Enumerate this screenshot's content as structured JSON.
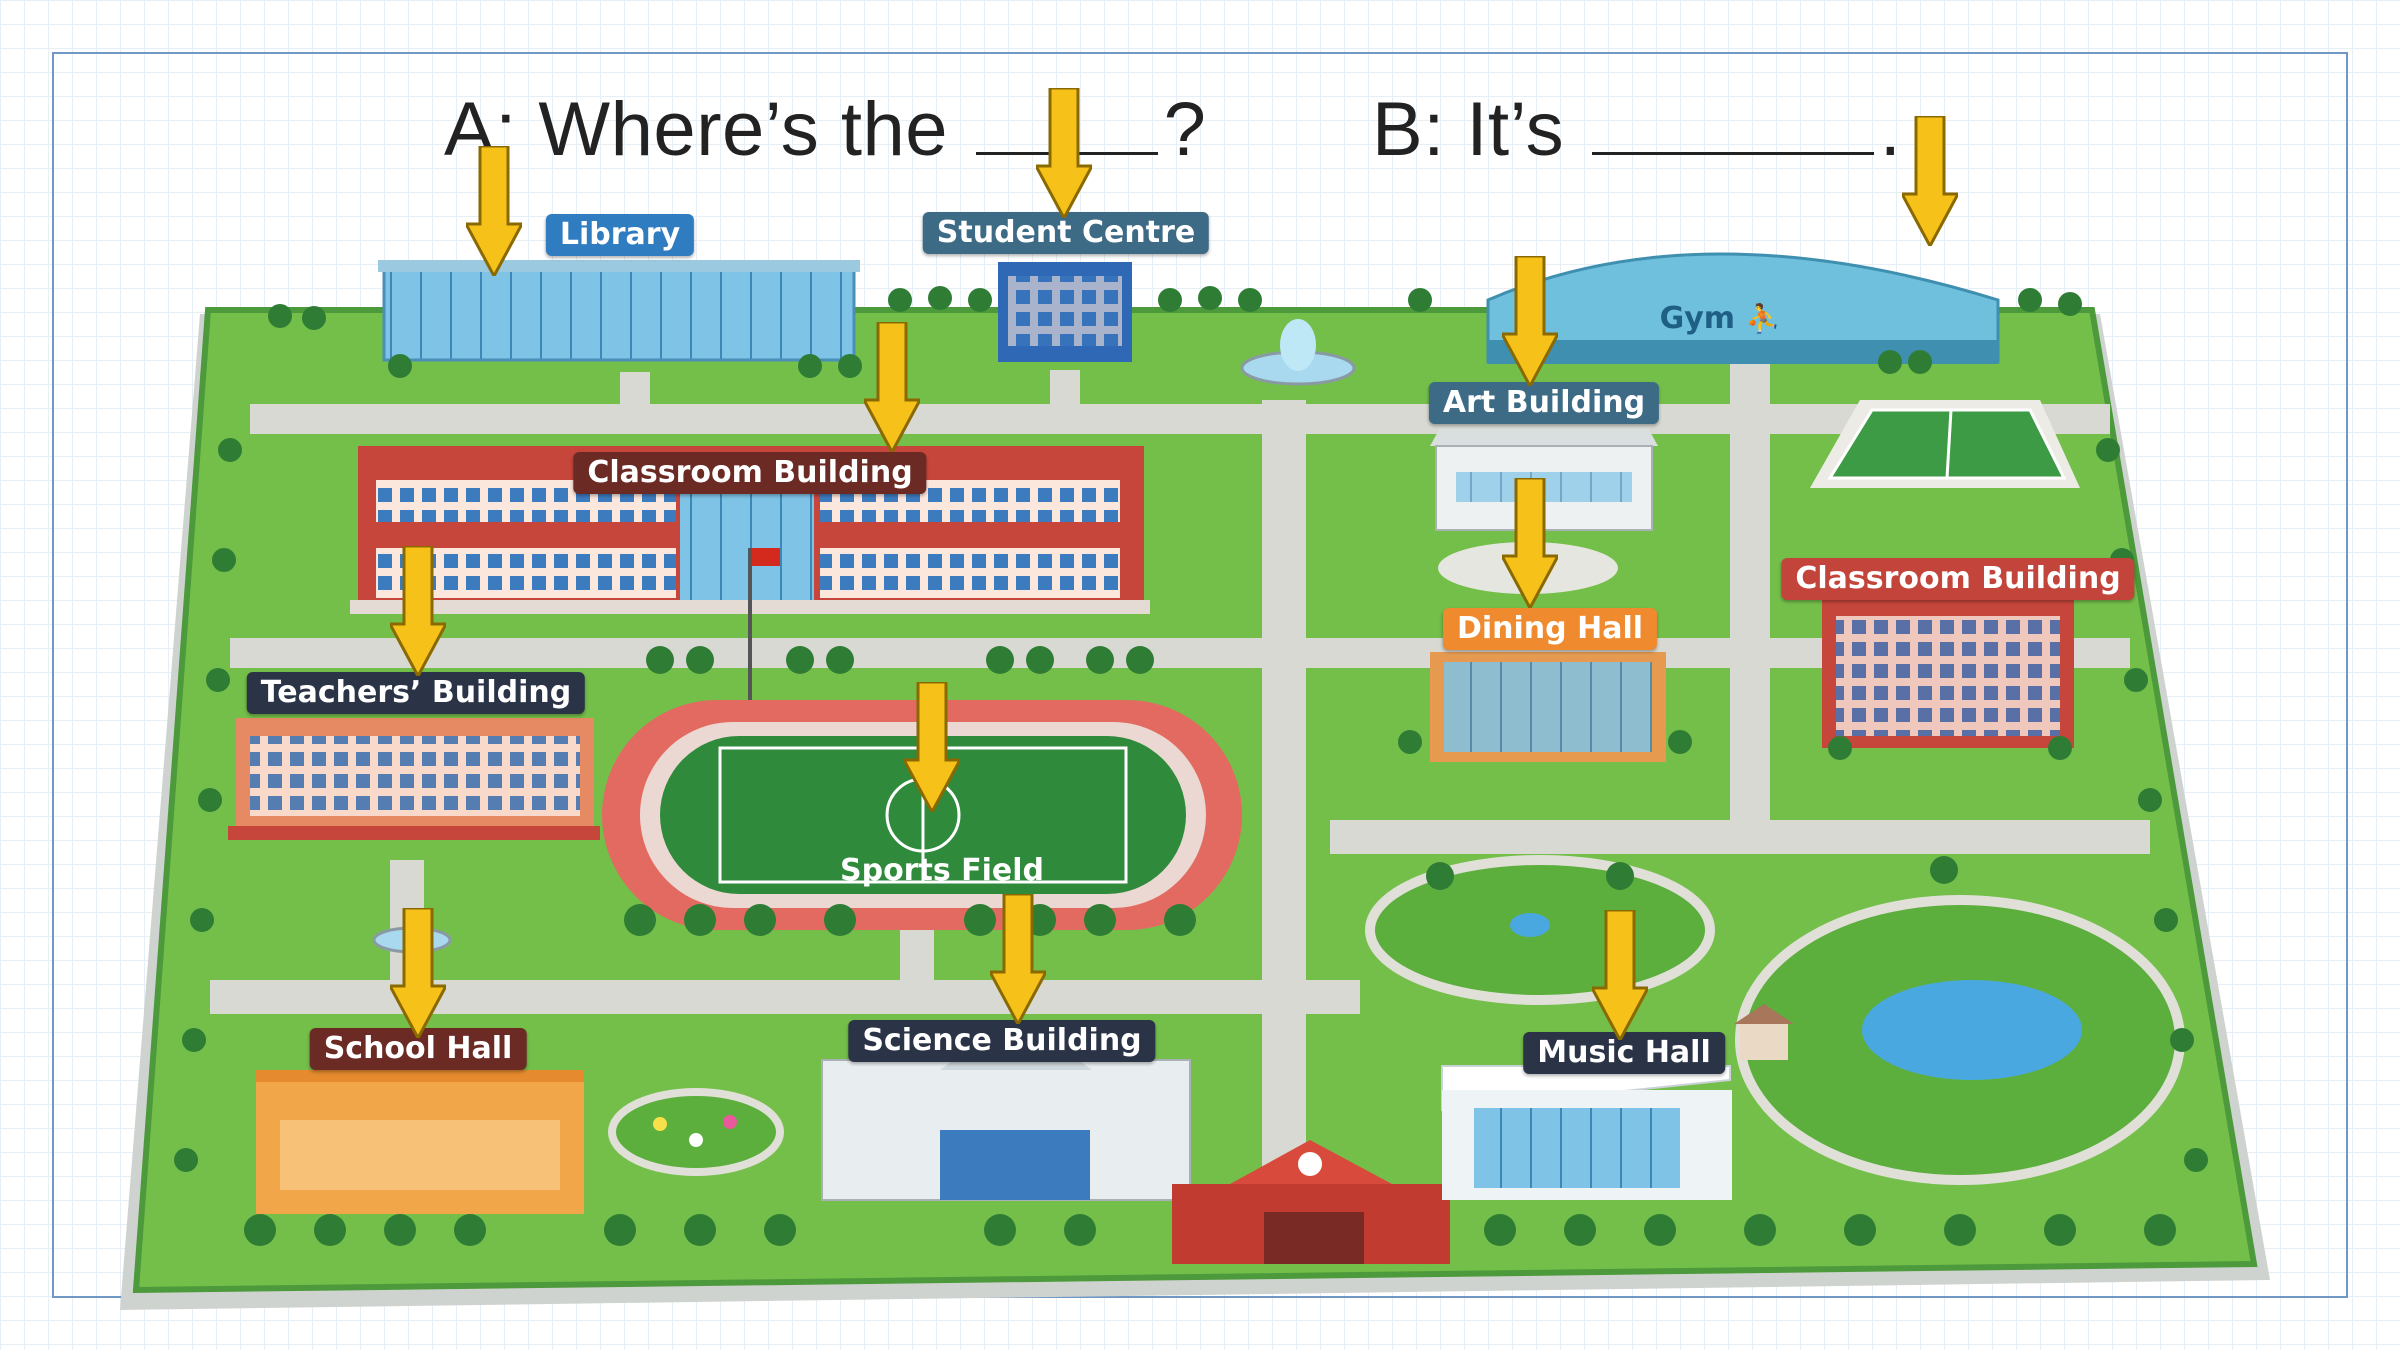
{
  "prompt": {
    "question": "A: Where’s the",
    "question_end": "?",
    "answer": "B: It’s",
    "answer_end": "."
  },
  "labels": {
    "library": "Library",
    "student_centre": "Student Centre",
    "gym": "Gym",
    "art_building": "Art Building",
    "classroom_building": "Classroom Building",
    "classroom_building_east": "Classroom Building",
    "dining_hall": "Dining Hall",
    "teachers_building": "Teachers’ Building",
    "sports_field": "Sports Field",
    "school_hall": "School Hall",
    "science_building": "Science Building",
    "music_hall": "Music Hall"
  },
  "colors": {
    "grass": "#74bf4a",
    "grass_dark": "#3f8f3a",
    "path": "#d9d9d4",
    "arrow": "#f6c21a",
    "label_blue": "#2f7cc0",
    "label_slate": "#3d6b86",
    "label_maroon": "#6b2a24",
    "label_orange": "#ef8a2e",
    "label_navy": "#2b3347",
    "label_red": "#c2443a"
  },
  "icons": {
    "arrow": "down-arrow-icon",
    "gym": "basketball-player-icon"
  }
}
